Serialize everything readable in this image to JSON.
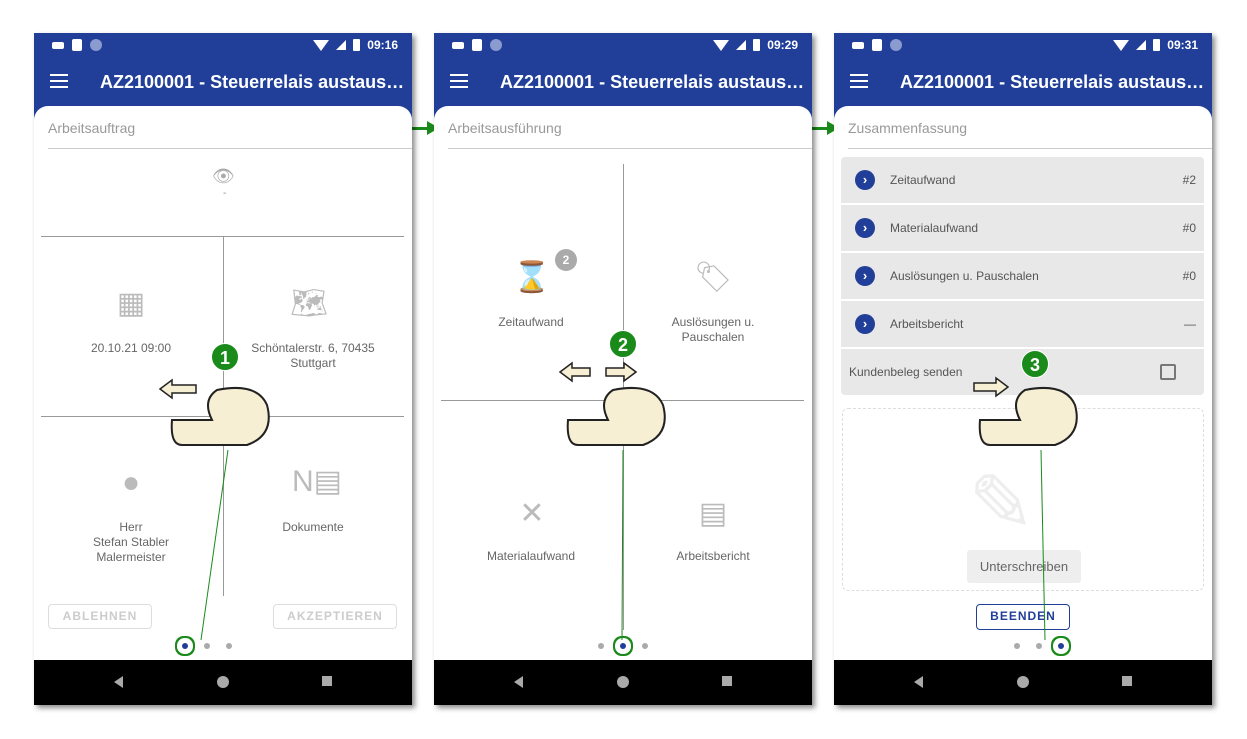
{
  "app_title": "AZ2100001 - Steuerrelais austaus…",
  "screens": [
    {
      "time": "09:16",
      "section": "Arbeitsauftrag",
      "eye_value": "-",
      "date": "20.10.21 09:00",
      "address_line1": "Schöntalerstr. 6, 70435",
      "address_line2": "Stuttgart",
      "contact_line1": "Herr",
      "contact_line2": "Stefan Stabler",
      "contact_line3": "Malermeister",
      "documents": "Dokumente",
      "reject": "ABLEHNEN",
      "accept": "AKZEPTIEREN",
      "step": "1"
    },
    {
      "time": "09:29",
      "section": "Arbeitsausführung",
      "time_effort": "Zeitaufwand",
      "time_badge": "2",
      "allowances_line1": "Auslösungen u.",
      "allowances_line2": "Pauschalen",
      "material": "Materialaufwand",
      "report": "Arbeitsbericht",
      "step": "2"
    },
    {
      "time": "09:31",
      "section": "Zusammenfassung",
      "rows": [
        {
          "label": "Zeitaufwand",
          "value": "#2"
        },
        {
          "label": "Materialaufwand",
          "value": "#0"
        },
        {
          "label": "Auslösungen u. Pauschalen",
          "value": "#0"
        },
        {
          "label": "Arbeitsbericht",
          "value": "—"
        }
      ],
      "send_receipt": "Kundenbeleg senden",
      "sign": "Unterschreiben",
      "finish": "BEENDEN",
      "step": "3"
    }
  ],
  "colors": {
    "primary": "#213f99",
    "annotation": "#1a8a1a"
  }
}
